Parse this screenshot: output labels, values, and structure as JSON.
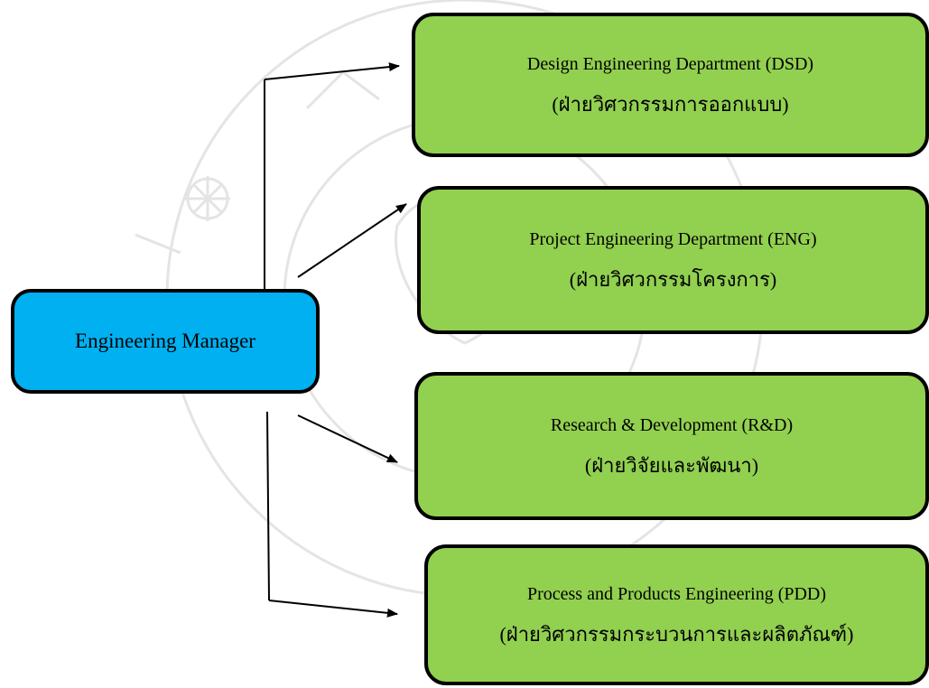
{
  "manager": {
    "label": "Engineering Manager"
  },
  "departments": [
    {
      "en": "Design Engineering Department (DSD)",
      "th": "(ฝ่ายวิศวกรรมการออกแบบ)"
    },
    {
      "en": "Project Engineering Department (ENG)",
      "th": "(ฝ่ายวิศวกรรมโครงการ)"
    },
    {
      "en": "Research & Development (R&D)",
      "th": "(ฝ่ายวิจัยและพัฒนา)"
    },
    {
      "en": "Process and Products Engineering (PDD)",
      "th": "(ฝ่ายวิศวกรรมกระบวนการและผลิตภัณฑ์)"
    }
  ],
  "colors": {
    "manager_fill": "#00b0f0",
    "department_fill": "#92d050",
    "border": "#000000"
  }
}
